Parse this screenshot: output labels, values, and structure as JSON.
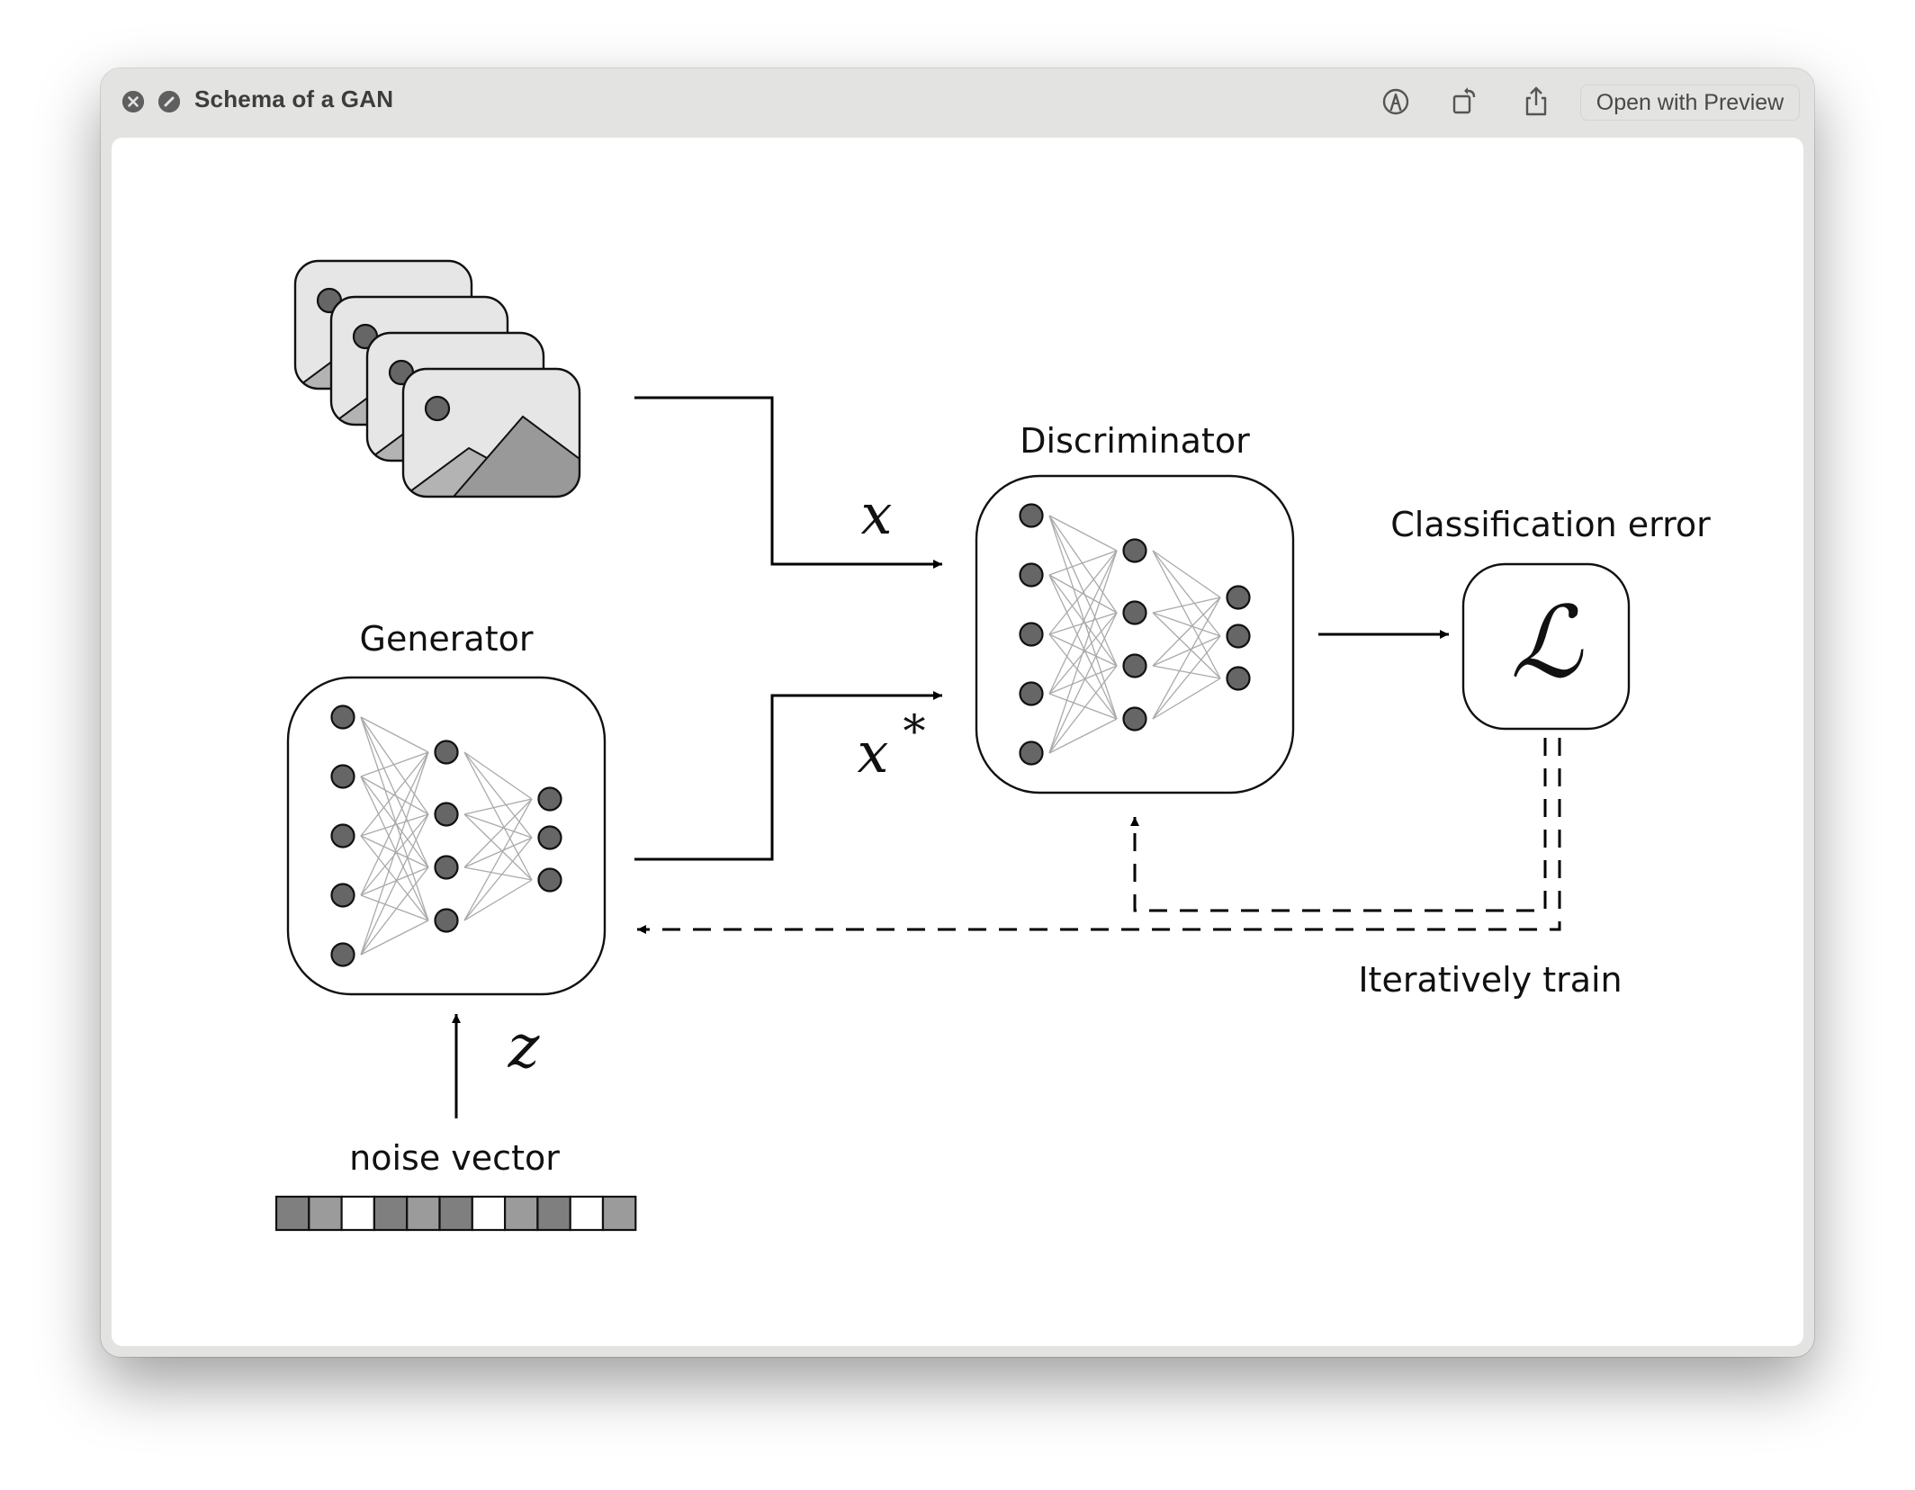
{
  "window": {
    "title": "Schema of a GAN",
    "close_icon": "close-circle-icon",
    "fullscreen_icon": "fullscreen-slash-icon",
    "toolbar": {
      "markup_icon": "markup-pen-icon",
      "rotate_icon": "rotate-left-icon",
      "share_icon": "share-icon",
      "open_with_label": "Open with Preview"
    }
  },
  "diagram": {
    "title": "Schema of a GAN",
    "labels": {
      "generator": "Generator",
      "discriminator": "Discriminator",
      "classification_error": "Classification error",
      "iteratively_train": "Iteratively train",
      "noise_vector": "noise vector",
      "real_sample": "x",
      "fake_sample": "x",
      "fake_sample_superscript": "*",
      "latent": "z",
      "loss_symbol": "ℒ"
    },
    "generator_network": {
      "layers": [
        5,
        4,
        3
      ]
    },
    "discriminator_network": {
      "layers": [
        5,
        4,
        3
      ]
    },
    "real_images_stack_count": 4,
    "noise_vector_cells": [
      "dark",
      "mid",
      "light",
      "dark",
      "mid",
      "dark",
      "light",
      "mid",
      "dark",
      "light",
      "mid"
    ],
    "colors": {
      "dark": "#7f7f7f",
      "mid": "#9b9b9b",
      "light": "#ffffff",
      "node_fill": "#666666",
      "image_bg": "#e6e6e6",
      "mountain_light": "#b3b3b3",
      "mountain_dark": "#999999",
      "edge": "#aaaaaa"
    }
  }
}
